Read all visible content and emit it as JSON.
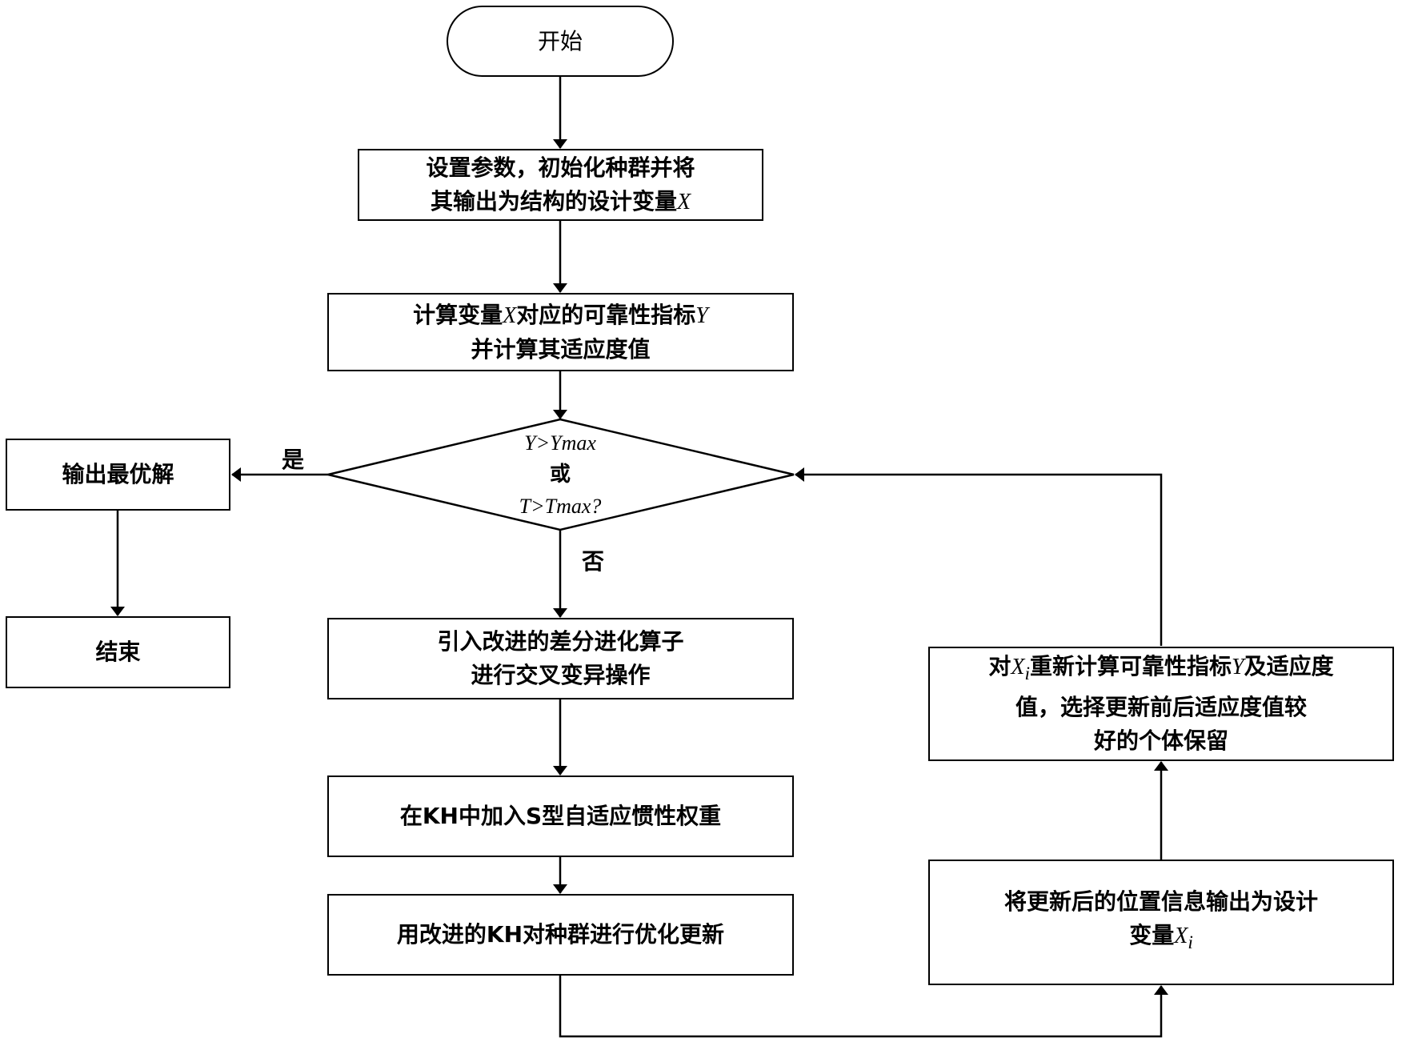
{
  "diagram": {
    "type": "flowchart",
    "start": "开始",
    "steps": {
      "init": {
        "line1": "设置参数，初始化种群并将",
        "line2_prefix": "其输出为结构的设计变量",
        "line2_var": "X"
      },
      "compute": {
        "line1_a": "计算变量",
        "line1_var": "X",
        "line1_b": "对应的可靠性指标",
        "line1_var2": "Y",
        "line2": "并计算其适应度值"
      },
      "decision": {
        "line1": "Y>Ymax",
        "line2": "或",
        "line3": "T>Tmax?"
      },
      "output_best": "输出最优解",
      "end": "结束",
      "de_operator": {
        "line1": "引入改进的差分进化算子",
        "line2": "进行交叉变异操作"
      },
      "inertia": "在KH中加入S型自适应惯性权重",
      "update": "用改进的KH对种群进行优化更新",
      "output_xi": {
        "line1": "将更新后的位置信息输出为设计",
        "line2_prefix": "变量",
        "line2_var": "X",
        "line2_sub": "i"
      },
      "recompute": {
        "l1_a": "对",
        "l1_var": "X",
        "l1_sub": "i",
        "l1_b": "重新计算可靠性指标",
        "l1_var2": "Y",
        "l1_c": "及适应度",
        "line2": "值，选择更新前后适应度值较",
        "line3": "好的个体保留"
      }
    },
    "edge_labels": {
      "yes": "是",
      "no": "否"
    }
  }
}
